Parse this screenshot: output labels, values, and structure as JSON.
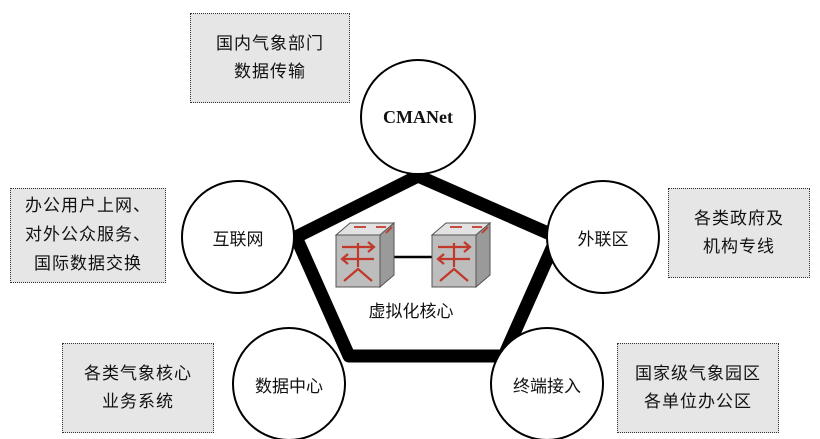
{
  "nodes": {
    "cmanet": "CMANet",
    "internet": "互联网",
    "extranet": "外联区",
    "datacenter": "数据中心",
    "terminal": "终端接入"
  },
  "core_label": "虚拟化核心",
  "notes": {
    "domestic": [
      "国内气象部门",
      "数据传输"
    ],
    "public": [
      "办公用户上网、",
      "对外公众服务、",
      "国际数据交换"
    ],
    "gov": [
      "各类政府及",
      "机构专线"
    ],
    "core_sys": [
      "各类气象核心",
      "业务系统"
    ],
    "park": [
      "国家级气象园区",
      "各单位办公区"
    ]
  },
  "colors": {
    "note_fill": "#e6e6e6",
    "switch_fill": "#b9b9b9",
    "arrow_red": "#c0392b"
  }
}
